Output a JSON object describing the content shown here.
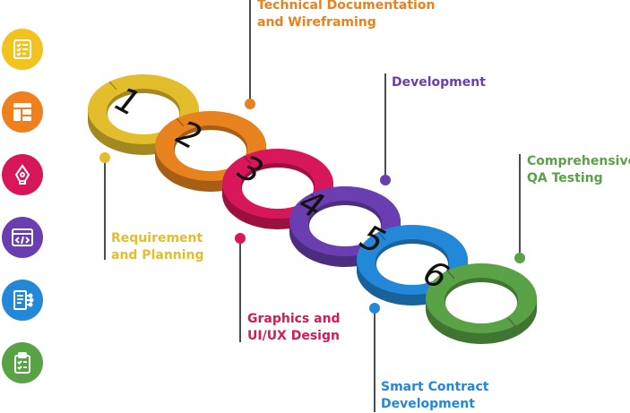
{
  "colors": {
    "yellow": "#E2BE2C",
    "orange": "#E8821F",
    "pink": "#D8175A",
    "purple": "#6A3EB0",
    "blue": "#2388D8",
    "green": "#5AA246"
  },
  "sidebar": {
    "icons": [
      {
        "name": "checklist-icon",
        "color": "#F2C21E"
      },
      {
        "name": "layout-icon",
        "color": "#F0801E"
      },
      {
        "name": "pen-tool-icon",
        "color": "#D8175A"
      },
      {
        "name": "code-window-icon",
        "color": "#6A3EB0"
      },
      {
        "name": "document-network-icon",
        "color": "#2388D8"
      },
      {
        "name": "clipboard-check-icon",
        "color": "#5AA246"
      }
    ]
  },
  "steps": [
    {
      "number": "1",
      "label": "Requirement\nand Planning",
      "color": "#E2BE2C"
    },
    {
      "number": "2",
      "label": "Technical Documentation\nand Wireframing",
      "color": "#E8821F"
    },
    {
      "number": "3",
      "label": "Graphics and\nUI/UX Design",
      "color": "#D8175A"
    },
    {
      "number": "4",
      "label": "Development",
      "color": "#6A3EB0"
    },
    {
      "number": "5",
      "label": "Smart Contract\nDevelopment",
      "color": "#2388D8"
    },
    {
      "number": "6",
      "label": "Comprehensive\nQA Testing",
      "color": "#5AA246"
    }
  ]
}
